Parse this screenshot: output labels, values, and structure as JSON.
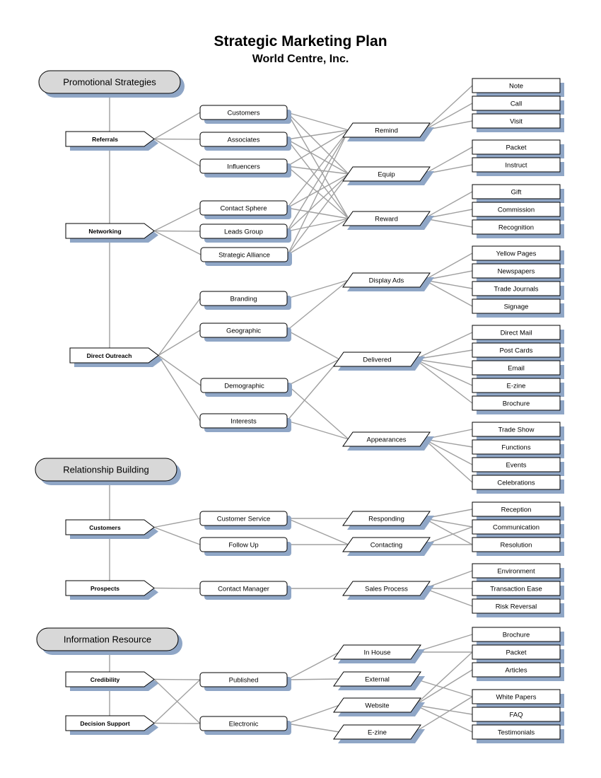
{
  "title": "Strategic Marketing Plan",
  "subtitle": "World Centre, Inc.",
  "sections": {
    "promo": "Promotional Strategies",
    "relation": "Relationship Building",
    "info": "Information Resource"
  },
  "categories": {
    "referrals": "Referrals",
    "networking": "Networking",
    "direct": "Direct Outreach",
    "customers": "Customers",
    "prospects": "Prospects",
    "credibility": "Credibility",
    "decision": "Decision Support"
  },
  "tactics": {
    "customers": "Customers",
    "associates": "Associates",
    "influencers": "Influencers",
    "contact_sphere": "Contact Sphere",
    "leads_group": "Leads Group",
    "strategic_alliance": "Strategic Alliance",
    "branding": "Branding",
    "geographic": "Geographic",
    "demographic": "Demographic",
    "interests": "Interests",
    "customer_service": "Customer Service",
    "follow_up": "Follow Up",
    "contact_manager": "Contact Manager",
    "published": "Published",
    "electronic": "Electronic"
  },
  "methods": {
    "remind": "Remind",
    "equip": "Equip",
    "reward": "Reward",
    "display_ads": "Display Ads",
    "delivered": "Delivered",
    "appearances": "Appearances",
    "responding": "Responding",
    "contacting": "Contacting",
    "sales_process": "Sales Process",
    "in_house": "In House",
    "external": "External",
    "website": "Website",
    "ezine": "E-zine"
  },
  "items": {
    "note": "Note",
    "call": "Call",
    "visit": "Visit",
    "packet": "Packet",
    "instruct": "Instruct",
    "gift": "Gift",
    "commission": "Commission",
    "recognition": "Recognition",
    "yellow_pages": "Yellow Pages",
    "newspapers": "Newspapers",
    "trade_journals": "Trade Journals",
    "signage": "Signage",
    "direct_mail": "Direct Mail",
    "post_cards": "Post Cards",
    "email": "Email",
    "ezine": "E-zine",
    "brochure": "Brochure",
    "trade_show": "Trade Show",
    "functions": "Functions",
    "events": "Events",
    "celebrations": "Celebrations",
    "reception": "Reception",
    "communication": "Communication",
    "resolution": "Resolution",
    "environment": "Environment",
    "transaction_ease": "Transaction Ease",
    "risk_reversal": "Risk Reversal",
    "brochure2": "Brochure",
    "packet2": "Packet",
    "articles": "Articles",
    "white_papers": "White Papers",
    "faq": "FAQ",
    "testimonials": "Testimonials"
  },
  "colors": {
    "shadow": "#8fa6c6",
    "line": "#a0a0a0",
    "pill_fill": "#d8d8d8",
    "border": "#000000"
  }
}
